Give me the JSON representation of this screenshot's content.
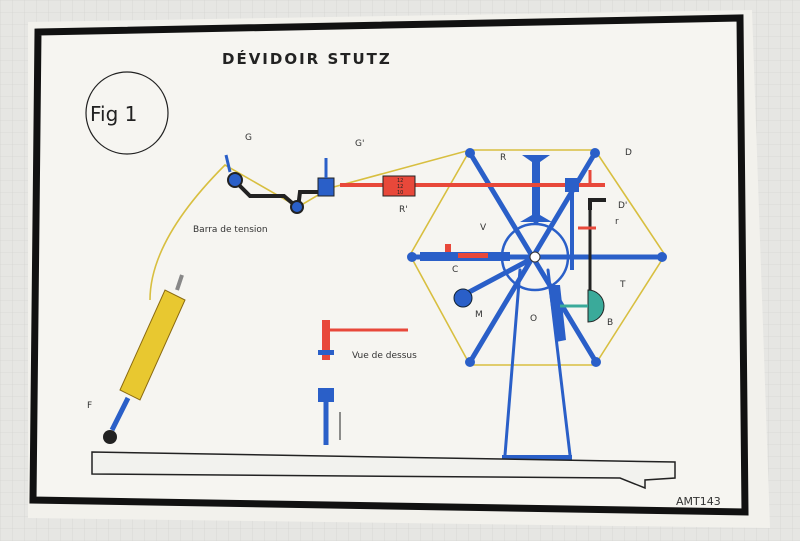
{
  "title": "DÉVIDOIR STUTZ",
  "figure": "Fig 1",
  "labels": {
    "g": "G",
    "g_prime": "G'",
    "tension_bar": "Barra de tension",
    "r_prime": "R'",
    "r_prime_marks": [
      "12",
      "12",
      "10"
    ],
    "r": "R",
    "d": "D",
    "d_prime": "D'",
    "r_small": "r",
    "v": "V",
    "c": "C",
    "t": "T",
    "m": "M",
    "o": "O",
    "b": "B",
    "top_view": "Vue de dessus",
    "f": "F"
  },
  "stamp": "AMT143",
  "colors": {
    "blue": "#2a5fc8",
    "red": "#e8483a",
    "yellow": "#e8c830",
    "teal": "#3aaa9a",
    "black": "#1a1a1a"
  }
}
